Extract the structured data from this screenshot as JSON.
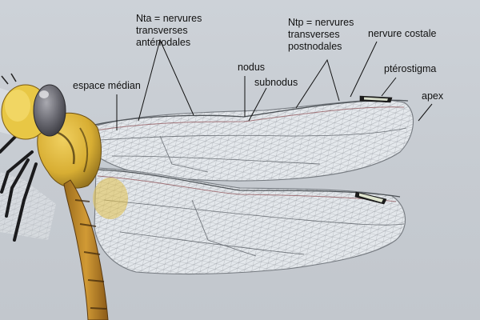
{
  "figure": {
    "subject": "dragonfly wing venation",
    "labels": {
      "nta": "Nta = nervures\ntransverses\nanténodales",
      "ntp": "Ntp = nervures\ntransverses\npostnodales",
      "nervure_costale": "nervure costale",
      "nodus": "nodus",
      "subnodus": "subnodus",
      "espace_median": "espace médian",
      "pterostigma": "ptérostigma",
      "apex": "apex"
    }
  },
  "colors": {
    "background": "#c9ced4",
    "wing_membrane": "#e6eaee",
    "vein": "#7a7f85",
    "body_yellow": "#d9b23a",
    "eye": "#6b6b70",
    "label_text": "#111111",
    "leader_line": "#111111"
  }
}
